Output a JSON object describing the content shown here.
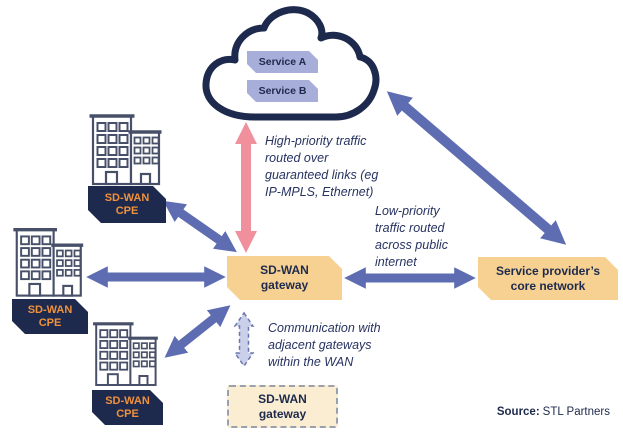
{
  "cloud": {
    "service_a": "Service A",
    "service_b": "Service B"
  },
  "nodes": {
    "cpe": {
      "line1": "SD-WAN",
      "line2": "CPE"
    },
    "gateway": {
      "line1": "SD-WAN",
      "line2": "gateway"
    },
    "adjacent_gateway": {
      "line1": "SD-WAN",
      "line2": "gateway"
    },
    "core_network": {
      "line1": "Service provider’s",
      "line2": "core network"
    }
  },
  "annotations": {
    "high_priority": {
      "line1": "High-priority traffic",
      "line2": "routed over",
      "line3": "guaranteed links (eg",
      "line4": "IP-MPLS, Ethernet)"
    },
    "low_priority": {
      "line1": "Low-priority",
      "line2": "traffic routed",
      "line3": "across public",
      "line4": "internet"
    },
    "adjacent": {
      "line1": "Communication with",
      "line2": "adjacent gateways",
      "line3": "within the WAN"
    }
  },
  "source": {
    "label": "Source:",
    "text": "STL Partners"
  },
  "icons": {
    "cloud": "cloud-outline",
    "building": "office-buildings",
    "solid_arrow": "double-headed-arrow",
    "dashed_arrow": "dashed-double-headed-arrow"
  },
  "colors": {
    "navy": "#1E2A4D",
    "orange": "#F0913B",
    "tan_box": "#F6D192",
    "pale_tan_box": "#FBEDD2",
    "blue_arrow": "#5E6DB2",
    "pink_arrow": "#F0909D",
    "periwinkle_box": "#A6AED9",
    "building_outline": "#475068"
  }
}
